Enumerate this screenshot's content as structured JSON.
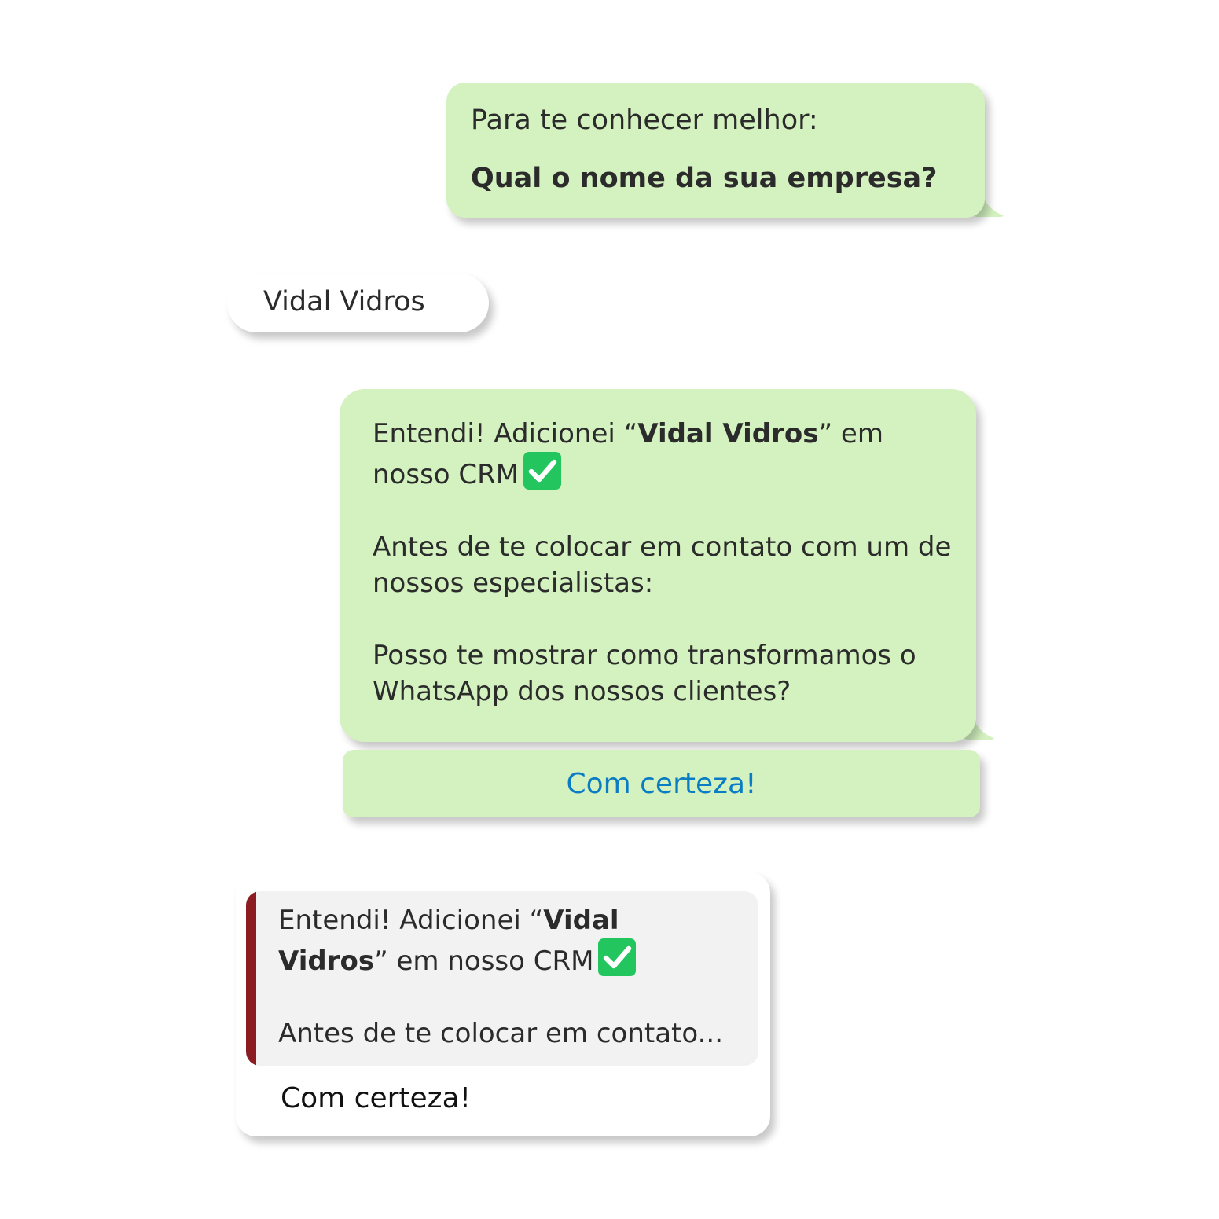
{
  "colors": {
    "bubble_green": "#d4f2c0",
    "bubble_white": "#ffffff",
    "button_text": "#0a7cc4",
    "quote_bar": "#8a1c22",
    "quote_bg": "#f2f2f2",
    "check_bg": "#22c55e"
  },
  "messages": {
    "bot_1": {
      "line_1": "Para te conhecer melhor:",
      "line_2": "Qual o nome da sua empresa?"
    },
    "user_1": {
      "text": "Vidal Vidros"
    },
    "bot_2": {
      "p1_pre": "Entendi! Adicionei “",
      "p1_bold": "Vidal Vidros",
      "p1_post": "” em nosso CRM",
      "p1_icon": "check-mark-icon",
      "p2": "Antes de te colocar em contato com um de nossos especialistas:",
      "p3": "Posso te mostrar como transformamos o WhatsApp dos nossos clientes?"
    },
    "quick_reply": {
      "label": "Com certeza!"
    },
    "user_2": {
      "quote_pre": "Entendi! Adicionei “",
      "quote_bold": "Vidal Vidros",
      "quote_post": "” em nosso CRM",
      "quote_icon": "check-mark-icon",
      "quote_p2": "Antes de te colocar em contato...",
      "text": "Com certeza!"
    }
  }
}
